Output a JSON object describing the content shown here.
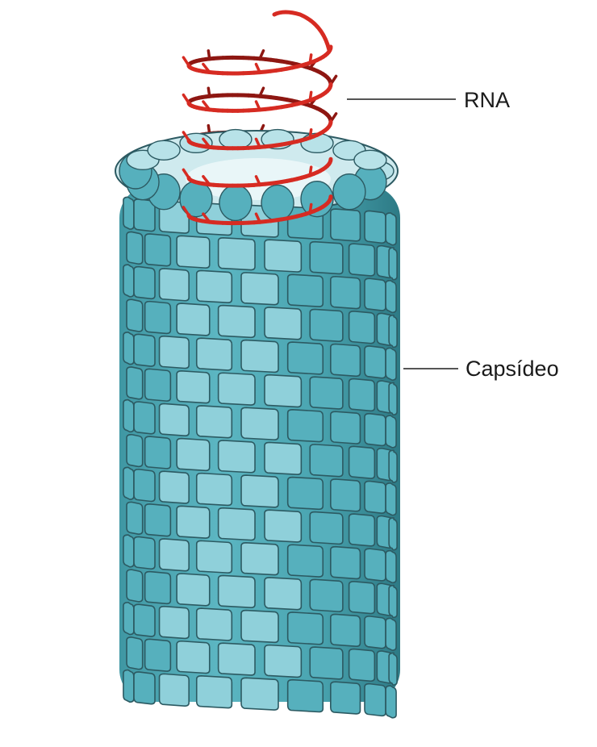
{
  "diagram": {
    "labels": {
      "rna": "RNA",
      "capsid": "Capsídeo"
    },
    "colors": {
      "capsomer_fill": "#56b0bd",
      "capsomer_fill_light": "#8fd0da",
      "capsomer_fill_top": "#b8e2e8",
      "capsomer_outline": "#2c5a62",
      "rna_strand": "#d62b22",
      "rna_strand_dark": "#8e1712",
      "leader_line": "#555555"
    },
    "capsomer_rows": 15,
    "capsomers_per_row": 9,
    "rna_turns": 5
  }
}
